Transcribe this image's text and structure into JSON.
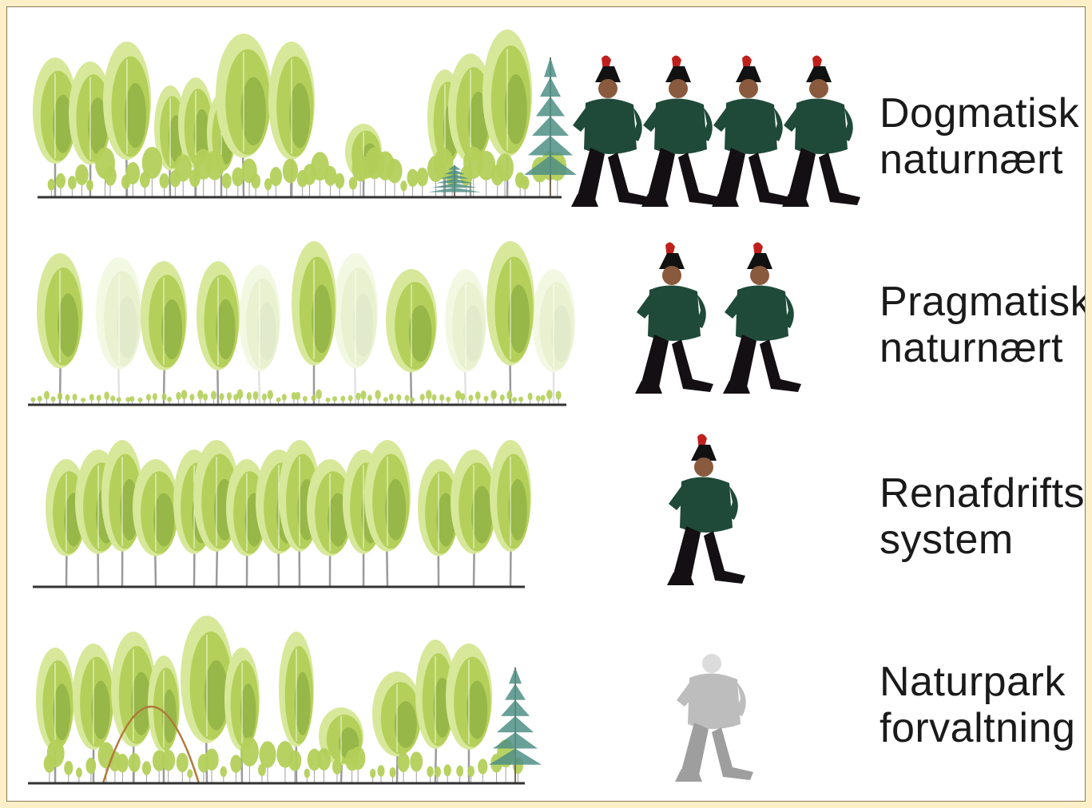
{
  "figure": {
    "rows": [
      {
        "id": "dogmatic",
        "label_line1": "Dogmatisk",
        "label_line2": "naturnært",
        "soldiers": 4
      },
      {
        "id": "pragmatic",
        "label_line1": "Pragmatisk",
        "label_line2": "naturnært",
        "soldiers": 2
      },
      {
        "id": "clearcut",
        "label_line1": "Renafdrifts",
        "label_line2": "system",
        "soldiers": 1
      },
      {
        "id": "naturepark",
        "label_line1": "Naturpark",
        "label_line2": "forvaltning",
        "soldiers": 1,
        "soldier_faded": true
      }
    ]
  },
  "colors": {
    "page_border": "#fdf0c8",
    "ground_line": "#333333",
    "tree_crown_light": "#d7e89a",
    "tree_crown": "#b4d05a",
    "tree_crown_dark": "#7fa33a",
    "tree_trunk": "#9a9a9a",
    "conifer": "#4f8f86",
    "soldier_coat": "#1f4a3a",
    "soldier_trousers": "#140f12",
    "soldier_plume": "#c0201c",
    "ghost": "#bdbdbd"
  }
}
